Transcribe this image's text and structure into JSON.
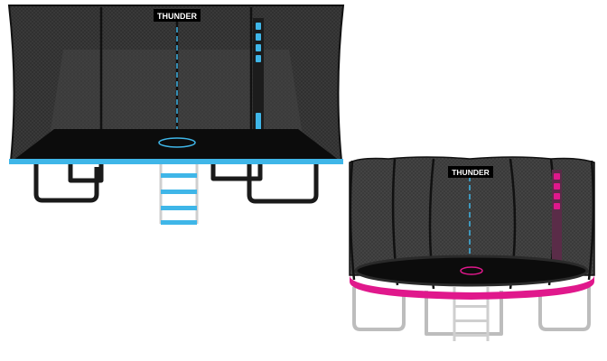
{
  "products": [
    {
      "name": "rectangular-trampoline",
      "logo": "THUNDER",
      "accent_color": "#3fb6e8"
    },
    {
      "name": "round-trampoline",
      "logo": "THUNDER",
      "accent_color": "#e0188c"
    }
  ]
}
